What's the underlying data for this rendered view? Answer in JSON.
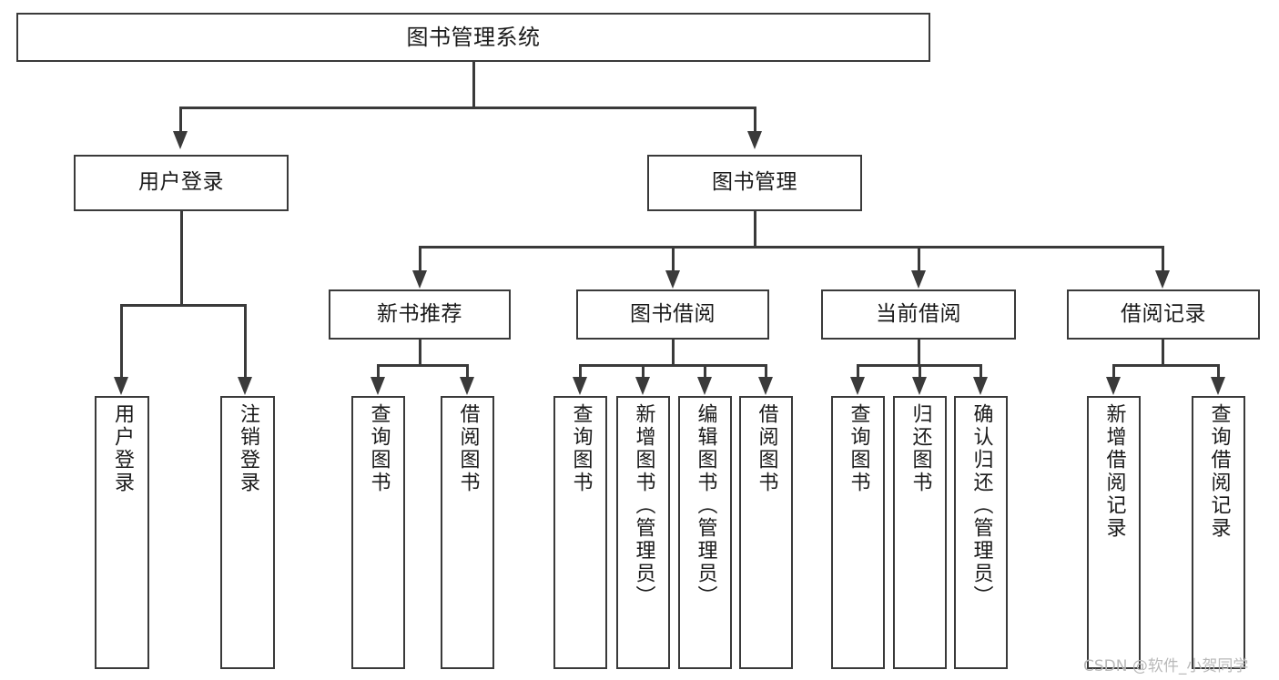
{
  "diagram": {
    "title": "图书管理系统",
    "type": "tree-hierarchy",
    "nodes": {
      "root": {
        "label": "图书管理系统"
      },
      "level2": [
        {
          "id": "user-login",
          "label": "用户登录"
        },
        {
          "id": "book-manage",
          "label": "图书管理"
        }
      ],
      "level3": [
        {
          "id": "new-book-rec",
          "label": "新书推荐"
        },
        {
          "id": "book-borrow",
          "label": "图书借阅"
        },
        {
          "id": "current-borrow",
          "label": "当前借阅"
        },
        {
          "id": "borrow-record",
          "label": "借阅记录"
        }
      ],
      "leaves": {
        "user_login": [
          {
            "id": "leaf-user-login",
            "label": "用户登录"
          },
          {
            "id": "leaf-logout",
            "label": "注销登录"
          }
        ],
        "new_book_rec": [
          {
            "id": "leaf-query-book-1",
            "label": "查询图书"
          },
          {
            "id": "leaf-borrow-book-1",
            "label": "借阅图书"
          }
        ],
        "book_borrow": [
          {
            "id": "leaf-query-book-2",
            "label": "查询图书"
          },
          {
            "id": "leaf-add-book",
            "label": "新增图书（管理员）"
          },
          {
            "id": "leaf-edit-book",
            "label": "编辑图书（管理员）"
          },
          {
            "id": "leaf-borrow-book-2",
            "label": "借阅图书"
          }
        ],
        "current_borrow": [
          {
            "id": "leaf-query-book-3",
            "label": "查询图书"
          },
          {
            "id": "leaf-return-book",
            "label": "归还图书"
          },
          {
            "id": "leaf-confirm-return",
            "label": "确认归还（管理员）"
          }
        ],
        "borrow_record": [
          {
            "id": "leaf-add-record",
            "label": "新增借阅记录"
          },
          {
            "id": "leaf-query-record",
            "label": "查询借阅记录"
          }
        ]
      }
    },
    "colors": {
      "stroke": "#3a3a3a",
      "fill": "#ffffff",
      "text": "#1a1a1a",
      "watermark": "#b9b9b9"
    }
  },
  "watermark": {
    "text": "CSDN @软件_小贺同学"
  }
}
